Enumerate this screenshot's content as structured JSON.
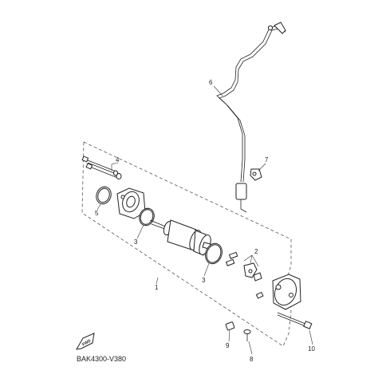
{
  "diagram": {
    "code": "BAK4300-V380",
    "fwd_label": "FWD",
    "callouts": {
      "c1": "1",
      "c2": "2",
      "c3a": "3",
      "c3b": "3",
      "c4": "4",
      "c5": "5",
      "c6": "6",
      "c7": "7",
      "c8": "8",
      "c9": "9",
      "c10": "10"
    }
  }
}
